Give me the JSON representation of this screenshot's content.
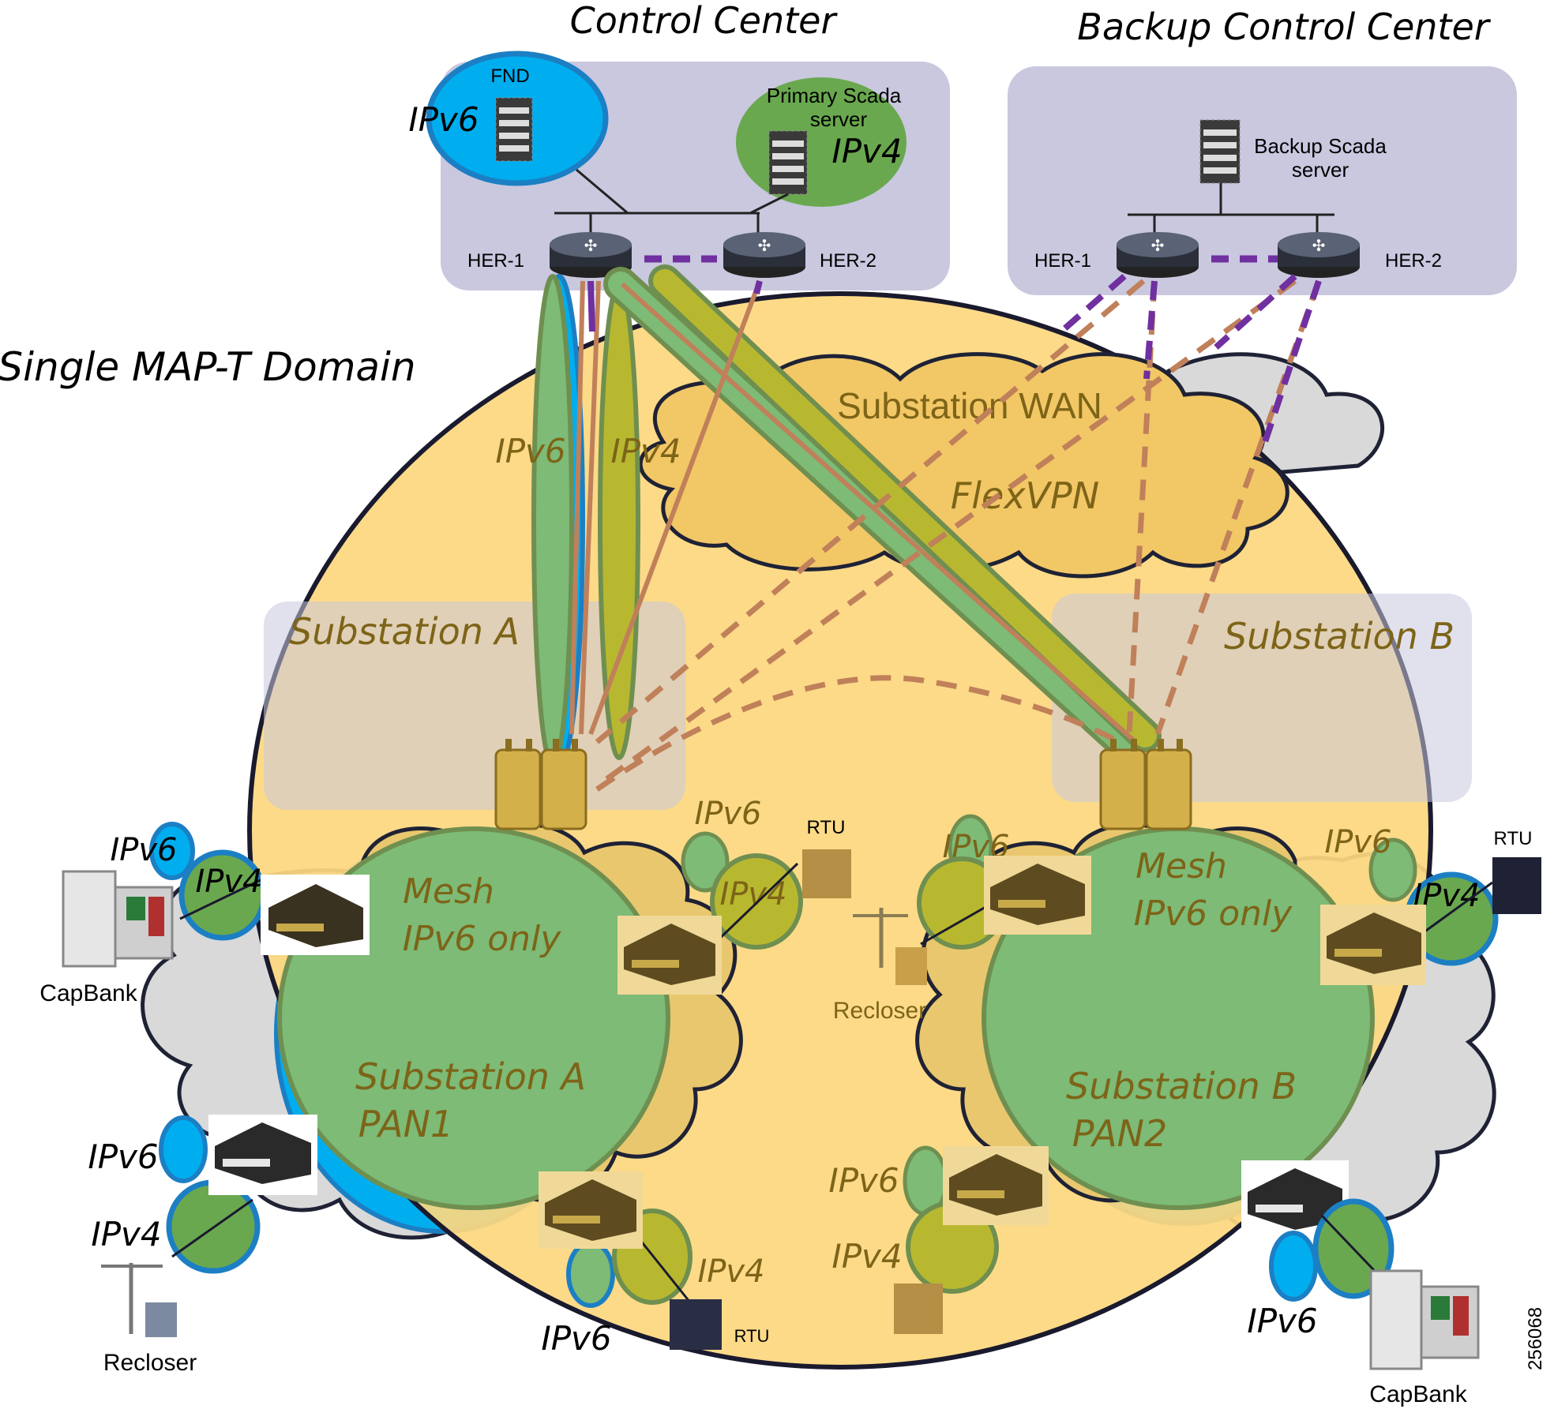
{
  "titles": {
    "control_center": "Control Center",
    "backup_control_center": "Backup Control Center",
    "domain": "Single MAP-T Domain"
  },
  "control_center": {
    "fnd_label": "FND",
    "fnd_protocol": "IPv6",
    "primary_scada_line1": "Primary Scada",
    "primary_scada_line2": "server",
    "primary_scada_protocol": "IPv4",
    "her1": "HER-1",
    "her2": "HER-2"
  },
  "backup_center": {
    "scada_line1": "Backup Scada",
    "scada_line2": "server",
    "her1": "HER-1",
    "her2": "HER-2"
  },
  "wan": {
    "label": "Substation WAN",
    "vpn": "FlexVPN",
    "tunnel_ipv6": "IPv6",
    "tunnel_ipv4": "IPv4"
  },
  "substations": {
    "a_label": "Substation A",
    "b_label": "Substation B"
  },
  "pans": {
    "a_mesh_line1": "Mesh",
    "a_mesh_line2": "IPv6 only",
    "a_name_line1": "Substation A",
    "a_name_line2": "PAN1",
    "b_mesh_line1": "Mesh",
    "b_mesh_line2": "IPv6 only",
    "b_name_line1": "Substation B",
    "b_name_line2": "PAN2"
  },
  "devices": {
    "capbank_left": "CapBank",
    "capbank_right": "CapBank",
    "recloser_left": "Recloser",
    "recloser_center": "Recloser",
    "rtu_center": "RTU",
    "rtu_right": "RTU",
    "rtu_bottom": "RTU"
  },
  "protocol_tags": {
    "ipv6": "IPv6",
    "ipv4": "IPv4"
  },
  "figure_id": "256068"
}
